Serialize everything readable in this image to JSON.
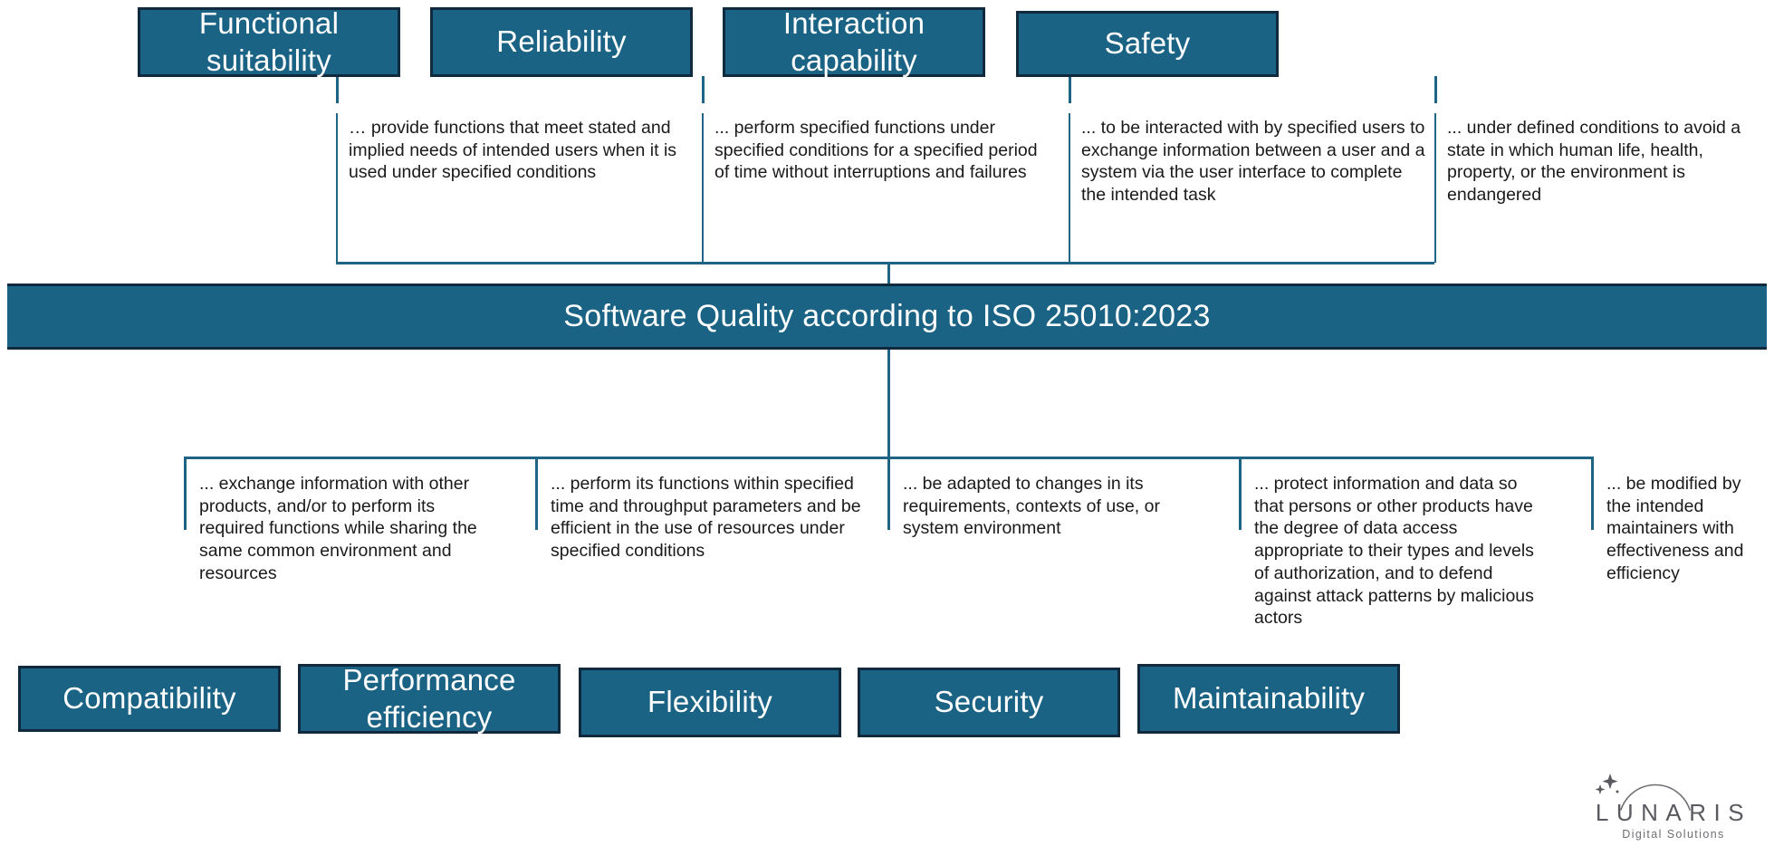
{
  "title": "Software Quality according to ISO 25010:2023",
  "colors": {
    "box_fill": "#1a6384",
    "box_border": "#10293c",
    "connector": "#1f6485",
    "box_text": "#ffffff",
    "body_text": "#1a1a1a",
    "background": "#ffffff",
    "logo_text": "#5a5a60"
  },
  "center": {
    "label": "Software Quality according to ISO 25010:2023"
  },
  "top_characteristics": [
    {
      "name": "Functional suitability",
      "label_line1": "Functional",
      "label_line2": "suitability",
      "description": "… provide functions that meet stated and implied needs of intended users when it is used under specified conditions"
    },
    {
      "name": "Reliability",
      "label_line1": "Reliability",
      "label_line2": "",
      "description": "... perform specified functions under specified conditions for a specified period of time without interruptions and failures"
    },
    {
      "name": "Interaction capability",
      "label_line1": "Interaction",
      "label_line2": "capability",
      "description": "... to be interacted with by specified users to exchange information between a user and a system via the user interface to complete the intended task"
    },
    {
      "name": "Safety",
      "label_line1": "Safety",
      "label_line2": "",
      "description": "... under defined conditions to avoid a state in which human life, health, property, or the environment is endangered"
    }
  ],
  "bottom_characteristics": [
    {
      "name": "Compatibility",
      "label_line1": "Compatibility",
      "label_line2": "",
      "description": "... exchange information with other products, and/or to perform its required functions while sharing the same common environment and resources"
    },
    {
      "name": "Performance efficiency",
      "label_line1": "Performance",
      "label_line2": "efficiency",
      "description": "... perform its functions within specified time and throughput parameters and be efficient in the use of resources under specified conditions"
    },
    {
      "name": "Flexibility",
      "label_line1": "Flexibility",
      "label_line2": "",
      "description": "... be adapted to changes in its requirements, contexts of use, or system environment"
    },
    {
      "name": "Security",
      "label_line1": "Security",
      "label_line2": "",
      "description": "... protect information and data so that persons or other products have the degree of data access appropriate to their types and levels of authorization, and to defend against attack patterns by malicious actors"
    },
    {
      "name": "Maintainability",
      "label_line1": "Maintainability",
      "label_line2": "",
      "description": "... be modified by the intended maintainers with effectiveness and efficiency"
    }
  ],
  "logo": {
    "wordmark": "LUNARIS",
    "tagline": "Digital Solutions"
  }
}
